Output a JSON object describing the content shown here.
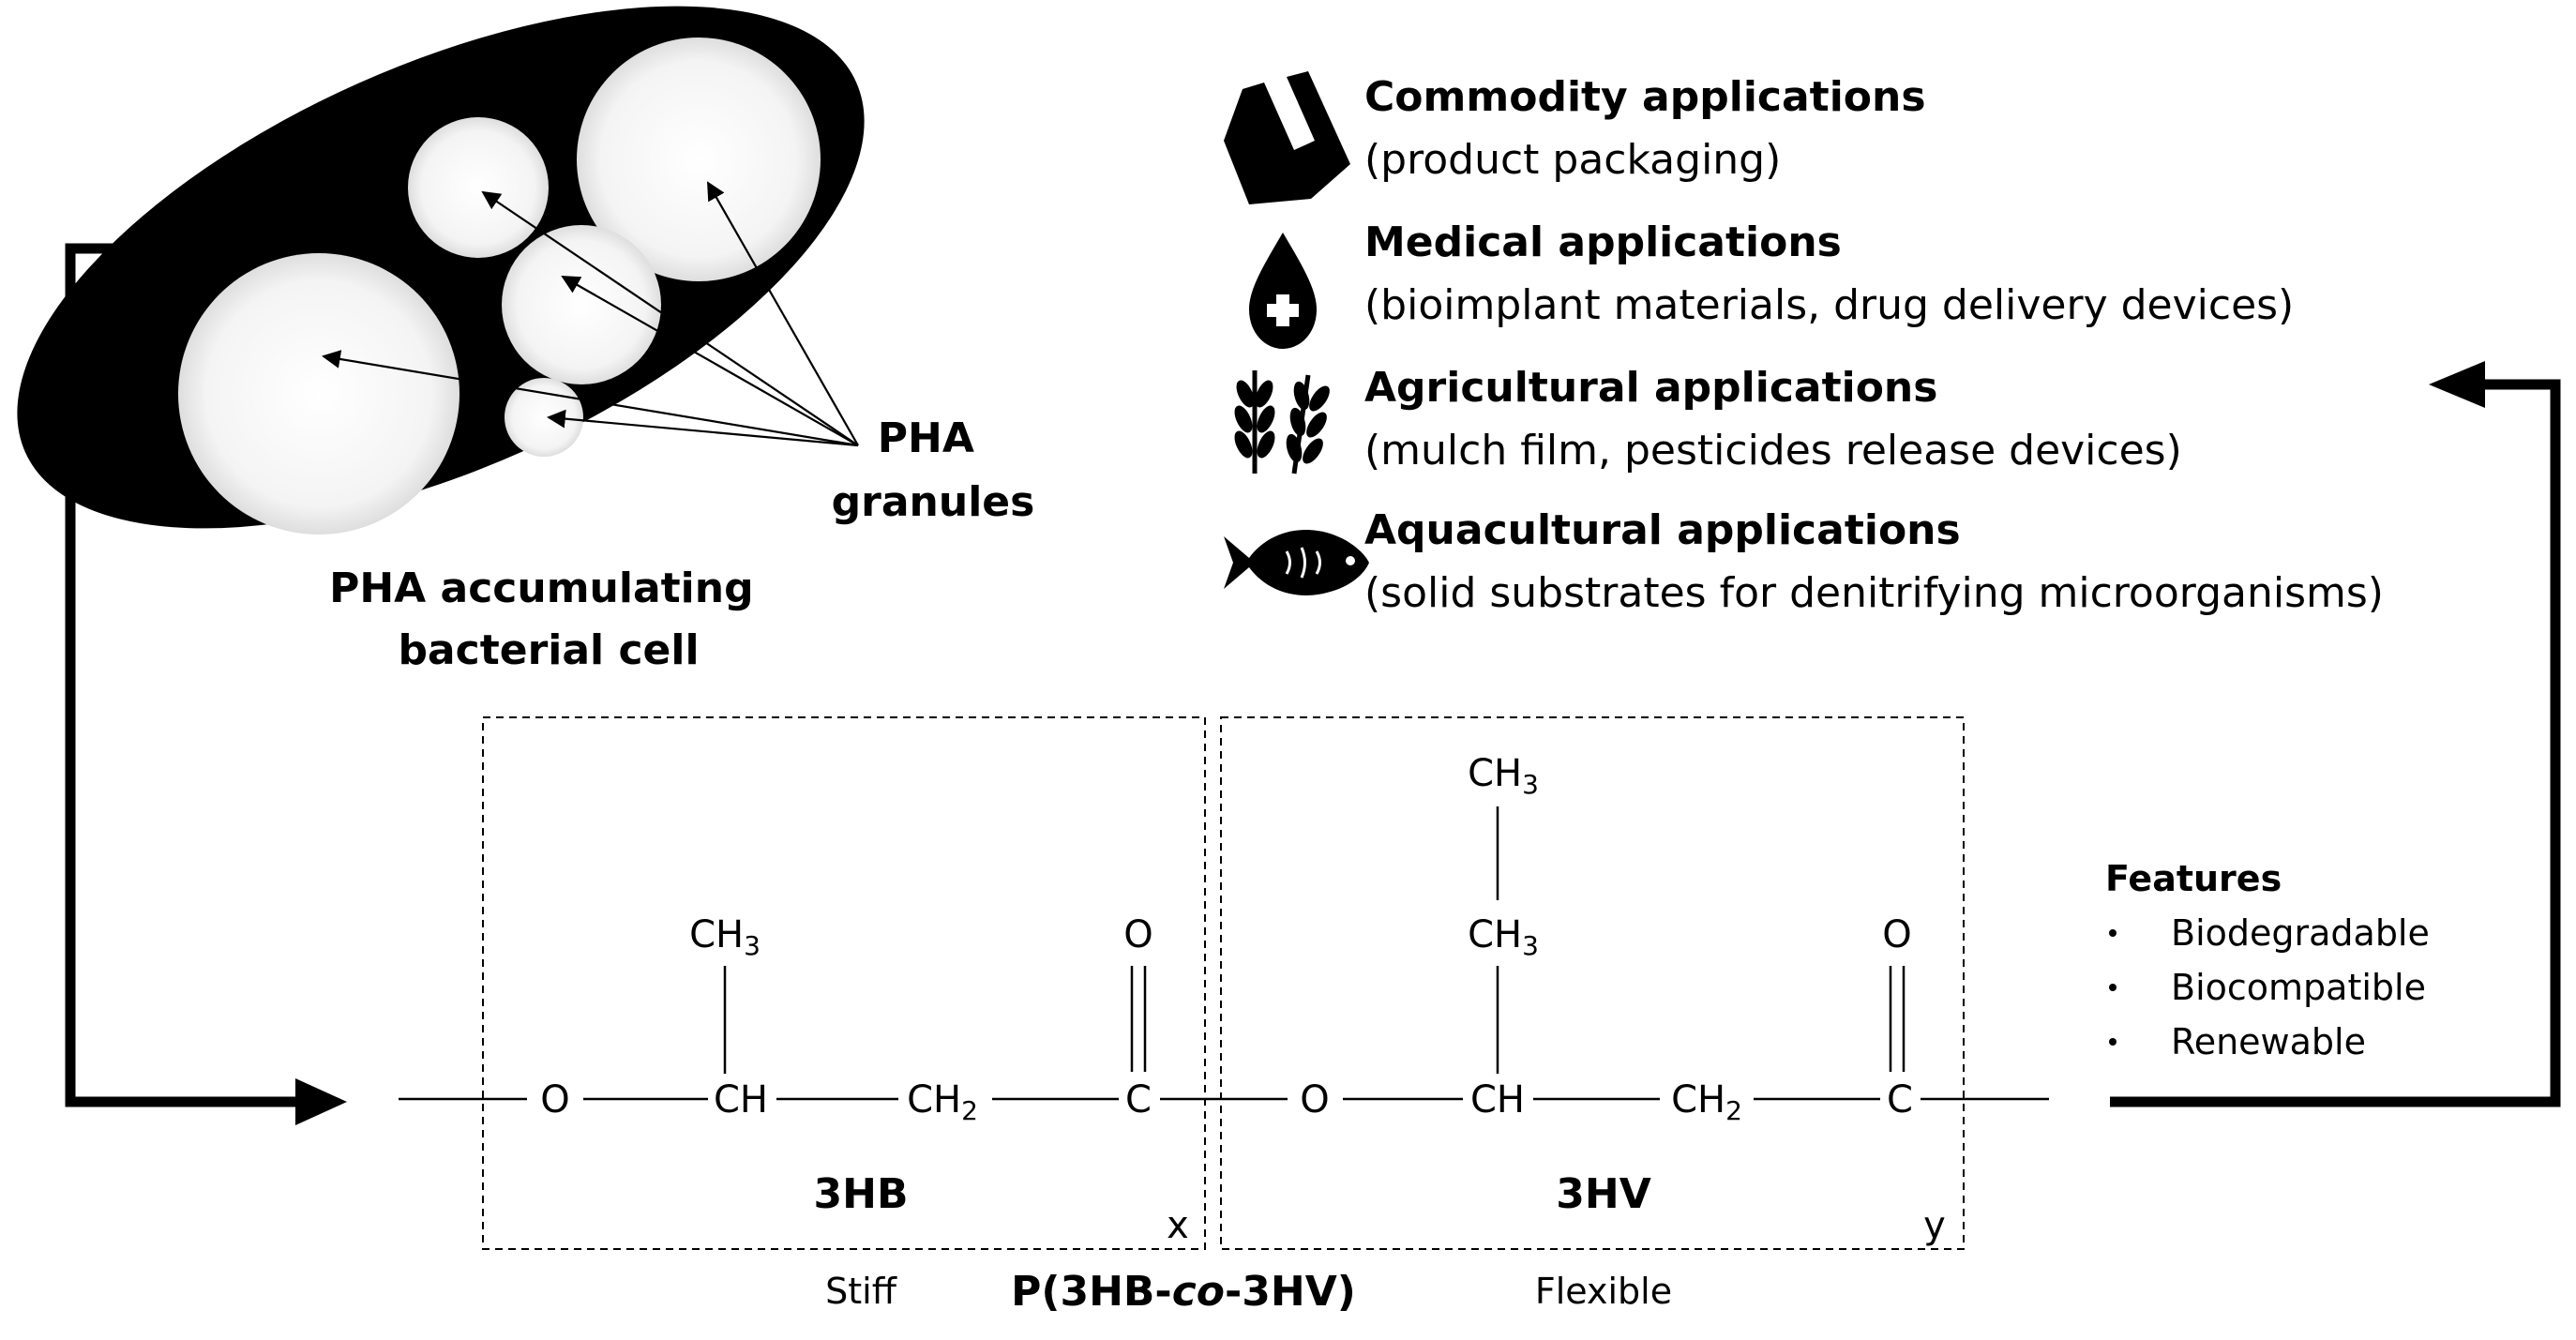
{
  "cell": {
    "granules_label_line1": "PHA",
    "granules_label_line2": "granules",
    "cell_label_line1": "PHA accumulating",
    "cell_label_line2": "bacterial cell"
  },
  "applications": [
    {
      "icon": "shopping-bag-icon",
      "title": "Commodity applications",
      "description": "(product packaging)"
    },
    {
      "icon": "medical-drop-icon",
      "title": "Medical applications",
      "description": "(bioimplant materials, drug delivery devices)"
    },
    {
      "icon": "wheat-icon",
      "title": "Agricultural applications",
      "description": "(mulch film, pesticides release devices)"
    },
    {
      "icon": "fish-icon",
      "title": "Aquacultural applications",
      "description": "(solid substrates for denitrifying microorganisms)"
    }
  ],
  "structure": {
    "unit1": {
      "substituent": "CH",
      "substituent_sub": "3",
      "o": "O",
      "ch": "CH",
      "ch2": "CH",
      "ch2_sub": "2",
      "carbonyl_o": "O",
      "c": "C",
      "name": "3HB",
      "subscript": "x",
      "property": "Stiff"
    },
    "unit2": {
      "substituent_top": "CH",
      "substituent_top_sub": "3",
      "substituent": "CH",
      "substituent_sub": "3",
      "o": "O",
      "ch": "CH",
      "ch2": "CH",
      "ch2_sub": "2",
      "carbonyl_o": "O",
      "c": "C",
      "name": "3HV",
      "subscript": "y",
      "property": "Flexible"
    },
    "copolymer": {
      "prefix": "P(3HB-",
      "italic": "co",
      "suffix": "-3HV)"
    }
  },
  "features": {
    "title": "Features",
    "items": [
      "Biodegradable",
      "Biocompatible",
      "Renewable"
    ]
  },
  "colors": {
    "ink": "#000000",
    "granule_fill": "#f2f2f2",
    "background": "#ffffff"
  }
}
